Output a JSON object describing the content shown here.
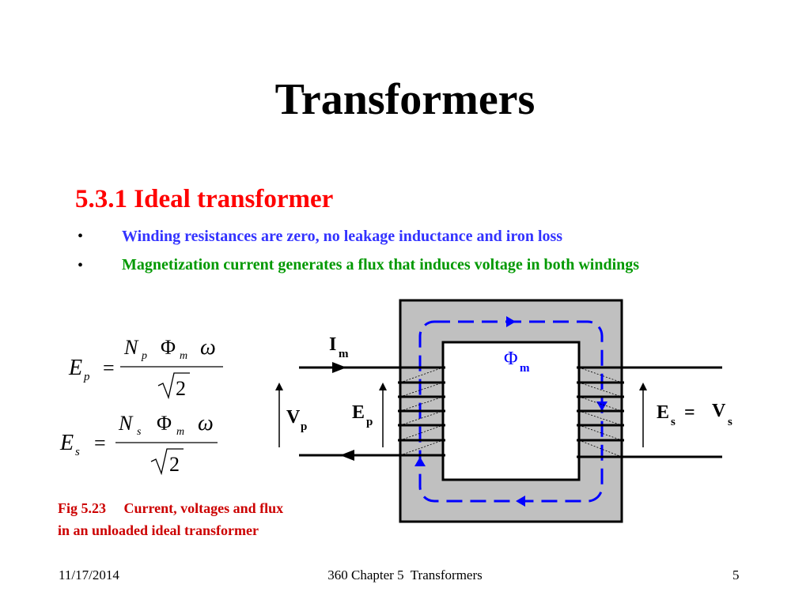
{
  "slide": {
    "title": "Transformers",
    "section_heading": "5.3.1 Ideal transformer",
    "bullets": [
      {
        "marker": "•",
        "text": "Winding resistances are zero, no leakage inductance and iron loss",
        "color": "#3333ff"
      },
      {
        "marker": "•",
        "text": "Magnetization current generates a flux that induces voltage in both windings",
        "color": "#009900"
      }
    ]
  },
  "equations": {
    "ep": {
      "lhs": "E",
      "lhs_sub": "p",
      "equals": "=",
      "num_n": "N",
      "num_n_sub": "p",
      "phi": "Φ",
      "phi_sub": "m",
      "omega": "ω",
      "den": "2"
    },
    "es": {
      "lhs": "E",
      "lhs_sub": "s",
      "equals": "=",
      "num_n": "N",
      "num_n_sub": "s",
      "phi": "Φ",
      "phi_sub": "m",
      "omega": "ω",
      "den": "2"
    }
  },
  "diagram": {
    "im": {
      "main": "I",
      "sub": "m"
    },
    "vp": {
      "main": "V",
      "sub": "p"
    },
    "ep": {
      "main": "E",
      "sub": "p"
    },
    "es": {
      "main": "E",
      "sub": "s",
      "eq": "="
    },
    "vs": {
      "main": "V",
      "sub": "s"
    },
    "phi": {
      "main": "Φ",
      "sub": "m"
    },
    "colors": {
      "core": "#c0c0c0",
      "flux": "#0000ff",
      "phi_label": "#0000ff",
      "lines": "#000000"
    }
  },
  "caption": {
    "line1": "Fig 5.23     Current, voltages and flux",
    "line2": "in an unloaded ideal transformer",
    "color": "#cc0000"
  },
  "footer": {
    "date": "11/17/2014",
    "center": "360 Chapter 5  Transformers",
    "page": "5"
  },
  "colors": {
    "section_heading": "#ff0000"
  }
}
